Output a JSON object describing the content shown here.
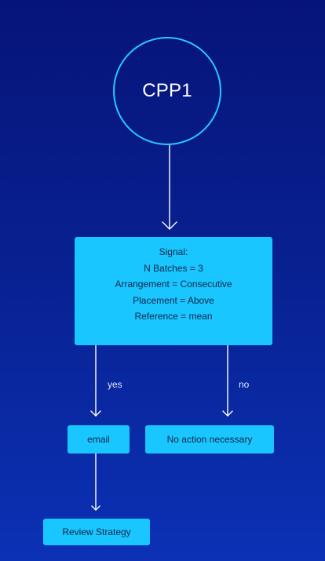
{
  "diagram": {
    "start_node": {
      "label": "CPP1"
    },
    "signal_box": {
      "lines": [
        "Signal:",
        "N Batches = 3",
        "Arrangement = Consecutive",
        "Placement = Above",
        "Reference = mean"
      ]
    },
    "branches": {
      "yes": "yes",
      "no": "no"
    },
    "actions": {
      "email": "email",
      "no_action": "No action necessary",
      "review_strategy": "Review Strategy"
    },
    "colors": {
      "background_top": "#06147a",
      "background_bottom": "#0b31b5",
      "accent": "#19c6ff",
      "circle_outline": "#29c8ff",
      "connector": "#ffffff",
      "text_dark": "#102446",
      "text_light": "#ffffff"
    }
  }
}
